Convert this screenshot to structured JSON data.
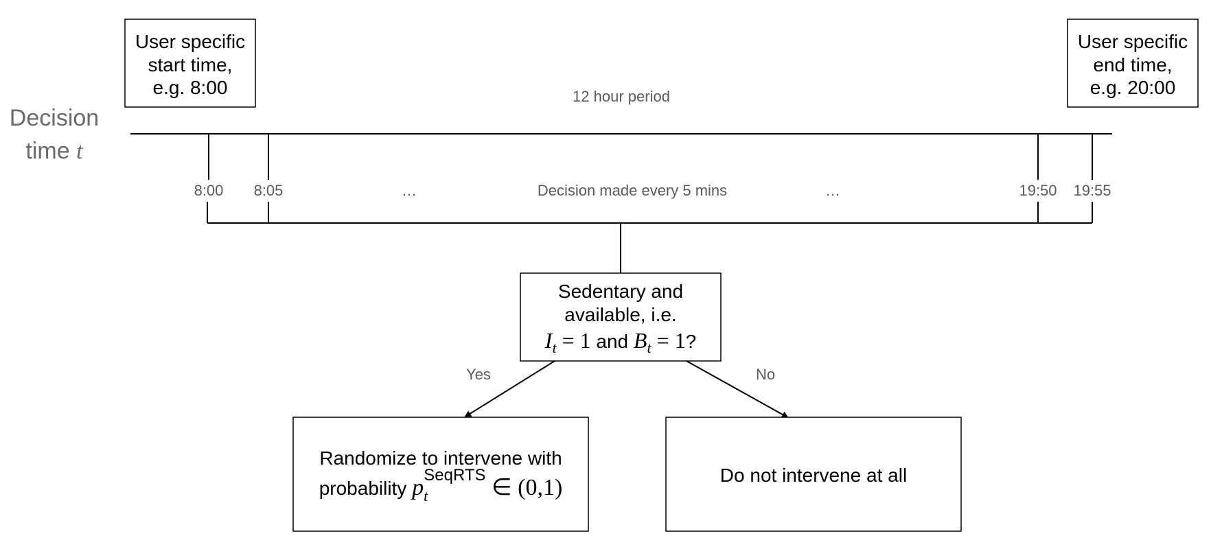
{
  "start_box": {
    "line1": "User specific",
    "line2": "start time,",
    "line3": "e.g. 8:00"
  },
  "end_box": {
    "line1": "User specific",
    "line2": "end time,",
    "line3": "e.g. 20:00"
  },
  "side_label": {
    "line1": "Decision",
    "line2_text": "time ",
    "line2_var": "t"
  },
  "period_label": "12 hour period",
  "ticks": {
    "t1": "8:00",
    "t2": "8:05",
    "t3": "19:50",
    "t4": "19:55"
  },
  "ellipsis": "…",
  "decision_note": "Decision made every 5 mins",
  "condition_box": {
    "line1": "Sedentary and",
    "line2": "available, i.e.",
    "I": "I",
    "sub_t": "t",
    "eq1": " = 1",
    "and": " and ",
    "B": "B",
    "eq2": " = 1",
    "q": "?"
  },
  "yes_label": "Yes",
  "no_label": "No",
  "yes_box": {
    "line1": "Randomize to intervene with",
    "line2": "probability ",
    "p": "p",
    "sub_t": "t",
    "sup": "SeqRTS",
    "tail": " ∈ (0,1)"
  },
  "no_box": {
    "text": "Do not intervene at all"
  }
}
